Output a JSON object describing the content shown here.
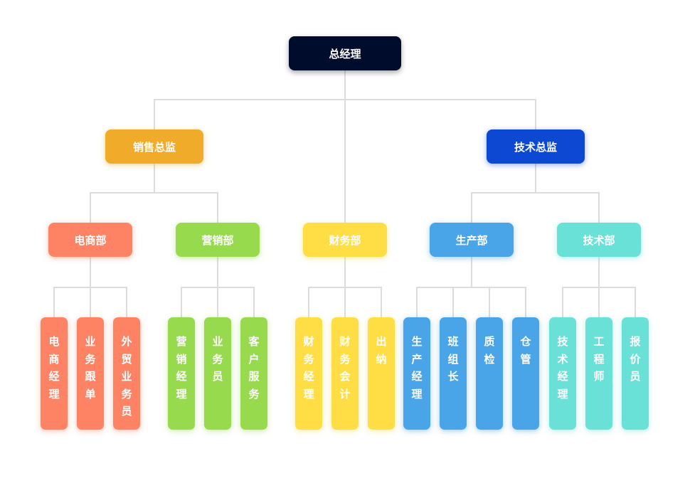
{
  "colors": {
    "top": "#000c2c",
    "sales_director": "#f0ab2a",
    "tech_director": "#0d48d2",
    "ecommerce": "#fd8364",
    "marketing": "#97da4e",
    "finance": "#fede44",
    "production": "#4aa4e8",
    "technology": "#6ae1d7",
    "connector": "#dcdcdc"
  },
  "gm": {
    "label": "总经理"
  },
  "directors": [
    {
      "label": "销售总监"
    },
    {
      "label": "技术总监"
    }
  ],
  "departments": [
    {
      "label": "电商部",
      "roles": [
        "电商经理",
        "业务跟单",
        "外贸业务员"
      ]
    },
    {
      "label": "营销部",
      "roles": [
        "营销经理",
        "业务员",
        "客户服务"
      ]
    },
    {
      "label": "财务部",
      "roles": [
        "财务经理",
        "财务会计",
        "出纳"
      ]
    },
    {
      "label": "生产部",
      "roles": [
        "生产经理",
        "班组长",
        "质检",
        "仓管"
      ]
    },
    {
      "label": "技术部",
      "roles": [
        "技术经理",
        "工程师",
        "报价员"
      ]
    }
  ]
}
